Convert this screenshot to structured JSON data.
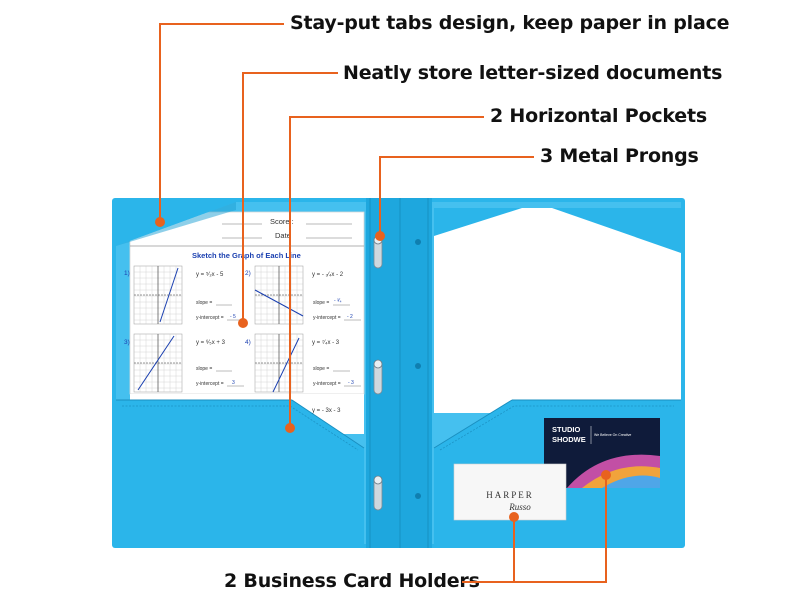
{
  "callouts": {
    "tabs": "Stay-put tabs design, keep paper in place",
    "store": "Neatly store letter-sized documents",
    "pockets": "2 Horizontal Pockets",
    "prongs": "3 Metal Prongs",
    "card_holders": "2 Business Card Holders"
  },
  "worksheet": {
    "score_label": "Score :",
    "date_label": "Date",
    "title": "Sketch the Graph of Each Line",
    "problems": [
      {
        "num": "1)",
        "eq": "y = ⁵⁄₂x - 5",
        "slope": "",
        "intercept": "- 5"
      },
      {
        "num": "2)",
        "eq": "y = - ₃⁄₄x - 2",
        "slope": "- ³⁄₄",
        "intercept": "- 2"
      },
      {
        "num": "3)",
        "eq": "y = ⁶⁄₅x + 3",
        "slope": "",
        "intercept": "3"
      },
      {
        "num": "4)",
        "eq": "y = ⁷⁄₄x - 3",
        "slope": "",
        "intercept": "- 3"
      }
    ],
    "slope_label": "slope =",
    "intercept_label": "y-intercept =",
    "extra_eq": "y = - 3x - 3"
  },
  "cards": {
    "studio_line1": "STUDIO",
    "studio_line2": "SHODWE",
    "studio_tagline": "We Believe On Creative",
    "harper_line1": "HARPER",
    "harper_line2": "Russo"
  },
  "colors": {
    "folder_blue": "#2bb5ea",
    "accent_orange": "#e8621e"
  }
}
